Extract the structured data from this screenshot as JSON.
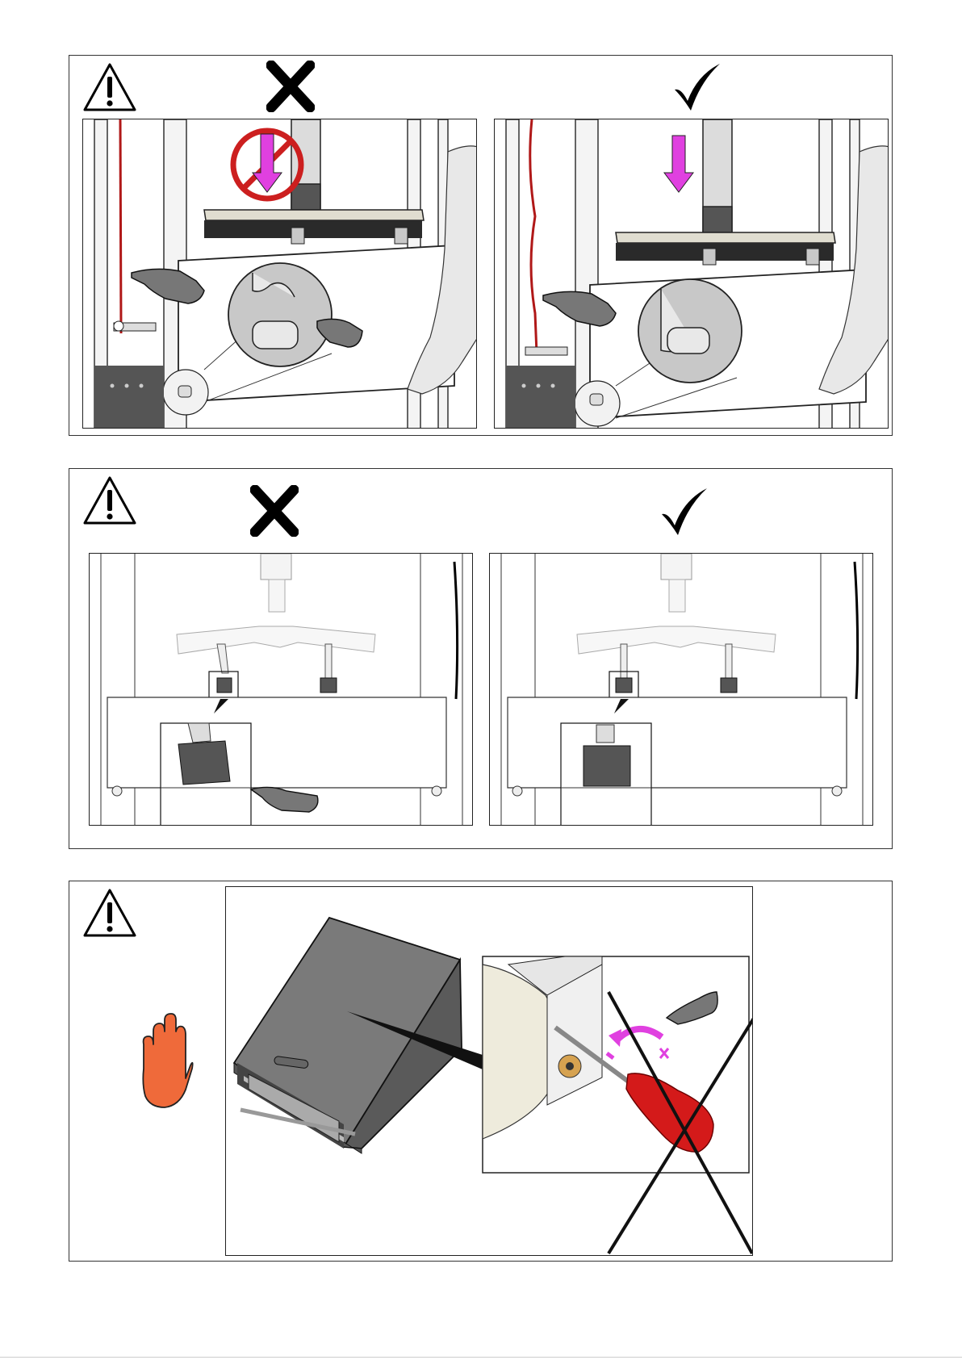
{
  "panels": [
    {
      "id": "panel-1",
      "topic": "safety-latch",
      "wrong_symbol": "cross-mark-icon",
      "right_symbol": "check-mark-icon",
      "warning_icon": "warning-triangle-icon"
    },
    {
      "id": "panel-2",
      "topic": "tool-alignment",
      "wrong_symbol": "cross-mark-icon",
      "right_symbol": "check-mark-icon",
      "warning_icon": "warning-triangle-icon"
    },
    {
      "id": "panel-3",
      "topic": "do-not-adjust-screw",
      "warning_icon": "warning-triangle-icon",
      "stop_icon": "stop-hand-icon"
    }
  ],
  "colors": {
    "magenta_arrow": "#e040e0",
    "prohibited_red": "#cc1f1f",
    "stop_hand": "#ef6a3a",
    "screwdriver_red": "#d41a1a",
    "machine_grey": "#6e6e6e",
    "platen_beige": "#e0ddd0"
  }
}
